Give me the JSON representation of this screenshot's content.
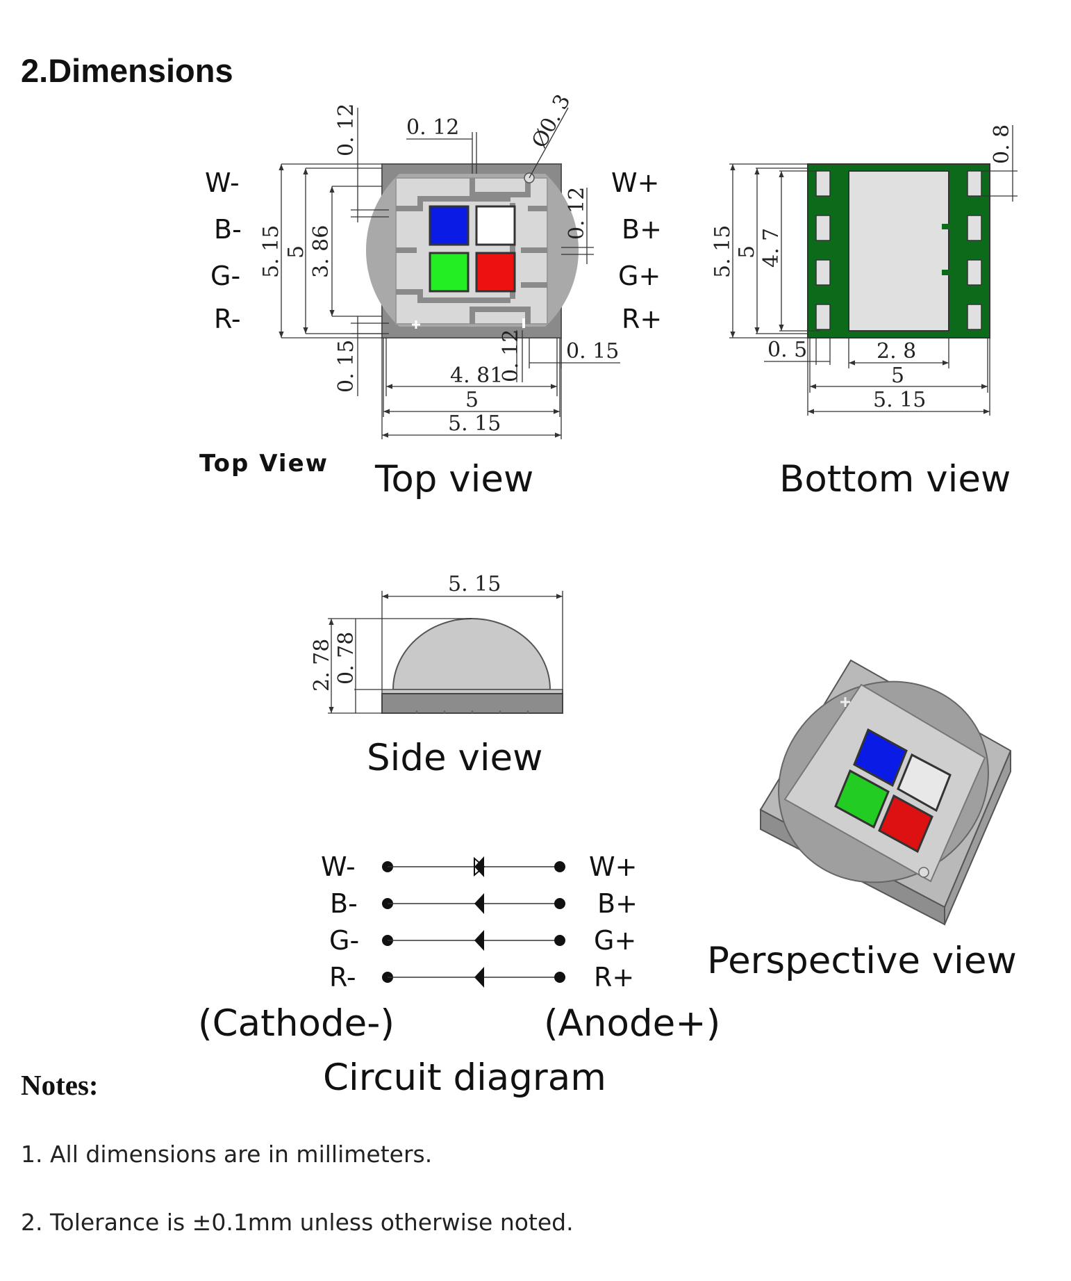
{
  "heading": "2.Dimensions",
  "colors": {
    "blue": "#0a1be6",
    "white": "#ffffff",
    "green": "#22ee22",
    "red": "#ee1111",
    "pcb_green": "#0b6b1b",
    "package_gray": "#8a8a8a"
  },
  "top_view": {
    "caption": "Top view",
    "small_caption": "Top View",
    "pins_left": [
      "W-",
      "B-",
      "G-",
      "R-"
    ],
    "pins_right": [
      "W+",
      "B+",
      "G+",
      "R+"
    ],
    "dims": {
      "d_012_top": "0. 12",
      "d_012_vert_left": "0. 12",
      "d_phi": "Ø0. 3",
      "d_012_right": "0. 12",
      "d_515_v": "5. 15",
      "d_5_v": "5",
      "d_386": "3. 86",
      "d_015_left": "0. 15",
      "d_012_bottom": "0. 12",
      "d_015_right": "0. 15",
      "d_481": "4. 81",
      "d_5_h": "5",
      "d_515_h": "5. 15"
    }
  },
  "bottom_view": {
    "caption": "Bottom view",
    "dims": {
      "d_08": "0. 8",
      "d_515_v": "5. 15",
      "d_5_v": "5",
      "d_47": "4. 7",
      "d_05": "0. 5",
      "d_28": "2. 8",
      "d_5_h": "5",
      "d_515_h": "5. 15"
    }
  },
  "side_view": {
    "caption": "Side view",
    "dims": {
      "d_515": "5. 15",
      "d_278": "2. 78",
      "d_078": "0. 78"
    }
  },
  "circuit": {
    "caption": "Circuit diagram",
    "cathode_label": "(Cathode-)",
    "anode_label": "(Anode+)",
    "left": [
      "W-",
      "B-",
      "G-",
      "R-"
    ],
    "right": [
      "W+",
      "B+",
      "G+",
      "R+"
    ]
  },
  "perspective": {
    "caption": "Perspective view"
  },
  "notes": {
    "title": "Notes:",
    "items": [
      "1. All dimensions are in millimeters.",
      "2. Tolerance is  ±0.1mm unless otherwise noted."
    ]
  }
}
